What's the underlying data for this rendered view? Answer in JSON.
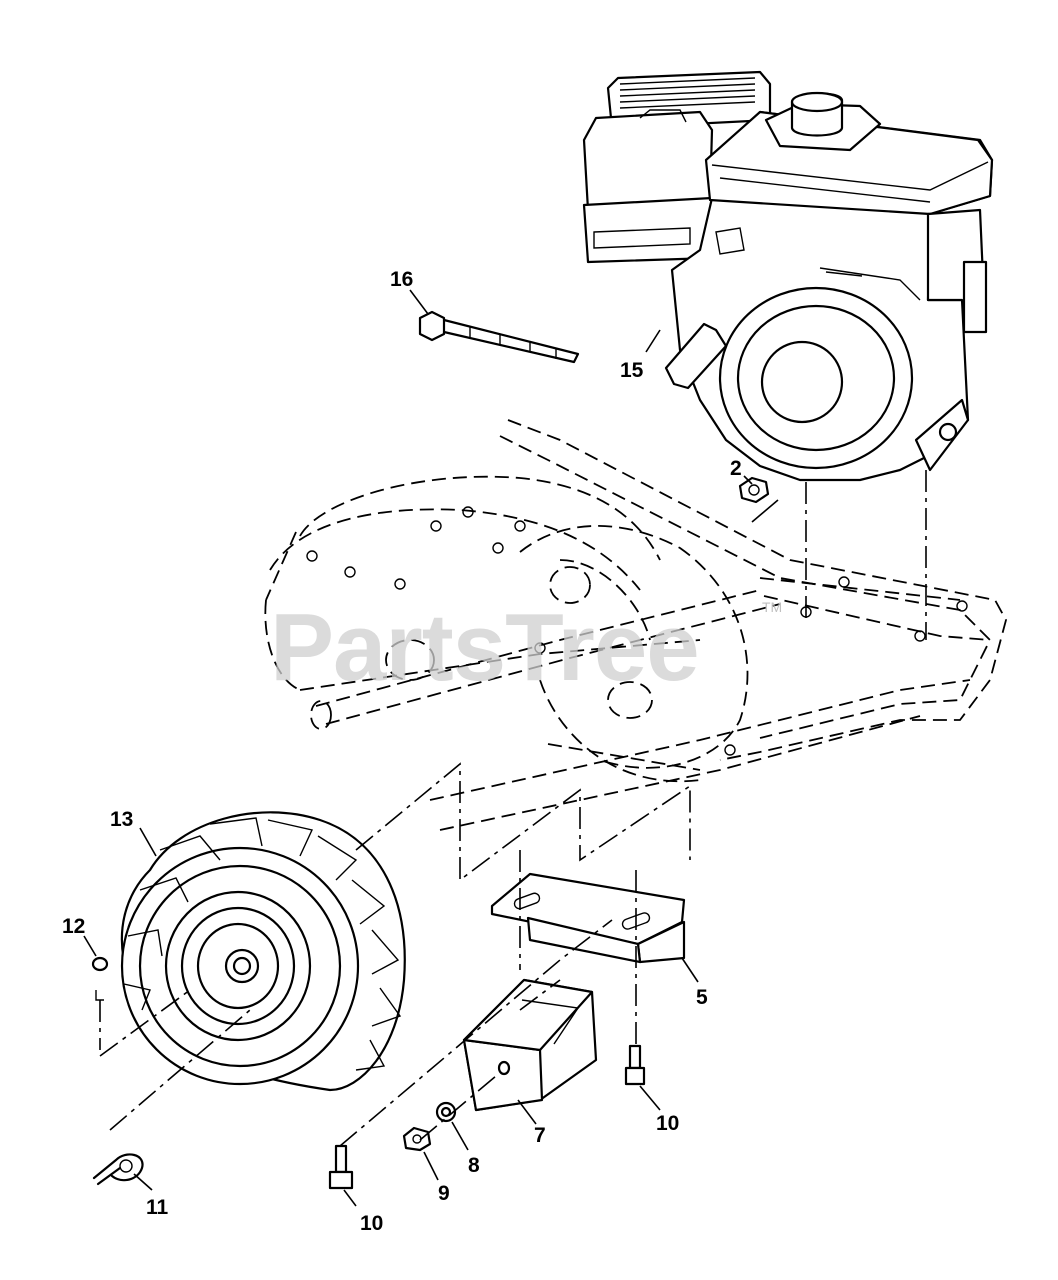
{
  "watermark": {
    "text": "PartsTree",
    "trademark": "TM"
  },
  "callouts": [
    {
      "id": "callout-2",
      "label": "2",
      "part": "hex-nut"
    },
    {
      "id": "callout-5",
      "label": "5",
      "part": "mounting-bracket"
    },
    {
      "id": "callout-7",
      "label": "7",
      "part": "weight-block"
    },
    {
      "id": "callout-8",
      "label": "8",
      "part": "lock-washer"
    },
    {
      "id": "callout-9",
      "label": "9",
      "part": "hex-nut"
    },
    {
      "id": "callout-10a",
      "label": "10",
      "part": "hex-bolt"
    },
    {
      "id": "callout-10b",
      "label": "10",
      "part": "hex-bolt"
    },
    {
      "id": "callout-11",
      "label": "11",
      "part": "hairpin-clip"
    },
    {
      "id": "callout-12",
      "label": "12",
      "part": "wheel-cap"
    },
    {
      "id": "callout-13",
      "label": "13",
      "part": "wheel-tire"
    },
    {
      "id": "callout-15",
      "label": "15",
      "part": "engine"
    },
    {
      "id": "callout-16",
      "label": "16",
      "part": "cable-tie"
    }
  ],
  "colors": {
    "line": "#000000",
    "watermark": "#cfcfcf",
    "background": "#ffffff"
  }
}
